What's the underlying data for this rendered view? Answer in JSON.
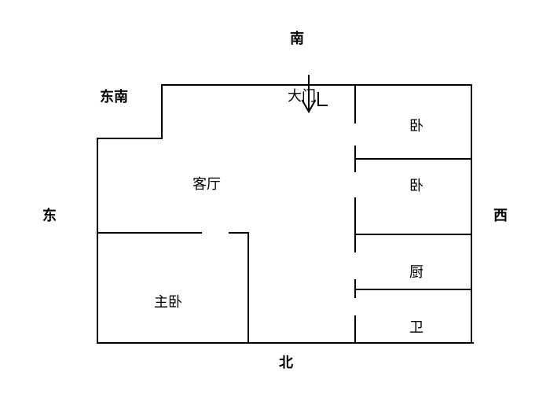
{
  "directions": {
    "south": "南",
    "southeast": "东南",
    "east": "东",
    "west": "西",
    "north": "北"
  },
  "rooms": {
    "living_room": "客厅",
    "main_door": "大门",
    "master_bedroom": "主卧",
    "bedroom_1": "卧",
    "bedroom_2": "卧",
    "kitchen": "厨",
    "bathroom": "卫"
  },
  "colors": {
    "line": "#000000",
    "background": "#ffffff"
  }
}
